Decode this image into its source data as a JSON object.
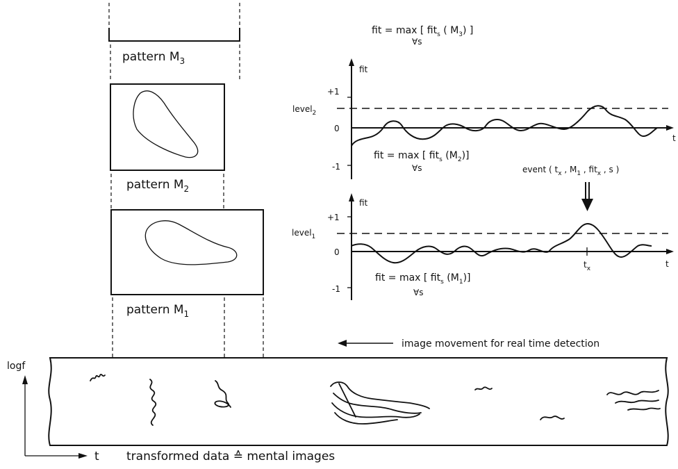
{
  "patterns": {
    "m3": {
      "label": "pattern M",
      "sub": "3"
    },
    "m2": {
      "label": "pattern M",
      "sub": "2"
    },
    "m1": {
      "label": "pattern M",
      "sub": "1"
    }
  },
  "top_fit_formula": {
    "prefix": "fit = max [ fit",
    "sub_s": "s",
    "arg": " ( M",
    "arg_sub": "3",
    "close": ") ]",
    "below": "∀s"
  },
  "chart_upper": {
    "y_axis_label": "fit",
    "x_axis_label": "t",
    "ticks": [
      "+1",
      "0",
      "-1"
    ],
    "level_label": "level",
    "level_sub": "2",
    "formula": {
      "prefix": "fit = max [ fit",
      "sub_s": "s",
      "arg": " (M",
      "arg_sub": "2",
      "close": ")]",
      "below": "∀s"
    }
  },
  "chart_lower": {
    "y_axis_label": "fit",
    "x_axis_label": "t",
    "ticks": [
      "+1",
      "0",
      "-1"
    ],
    "level_label": "level",
    "level_sub": "1",
    "tx_label": "t",
    "tx_sub": "x",
    "formula": {
      "prefix": "fit = max [ fit",
      "sub_s": "s",
      "arg": " (M",
      "arg_sub": "1",
      "close": ")]",
      "below": "∀s"
    }
  },
  "event_label": {
    "prefix": "event ( t",
    "sub1": "x",
    "mid1": " , M",
    "sub2": "1",
    "mid2": " , fit",
    "sub3": "x",
    "end": " , s )"
  },
  "movement_label": "image movement for real time detection",
  "strip": {
    "y_axis": "logf",
    "x_axis": "t",
    "caption": "transformed data ≙  mental images"
  }
}
